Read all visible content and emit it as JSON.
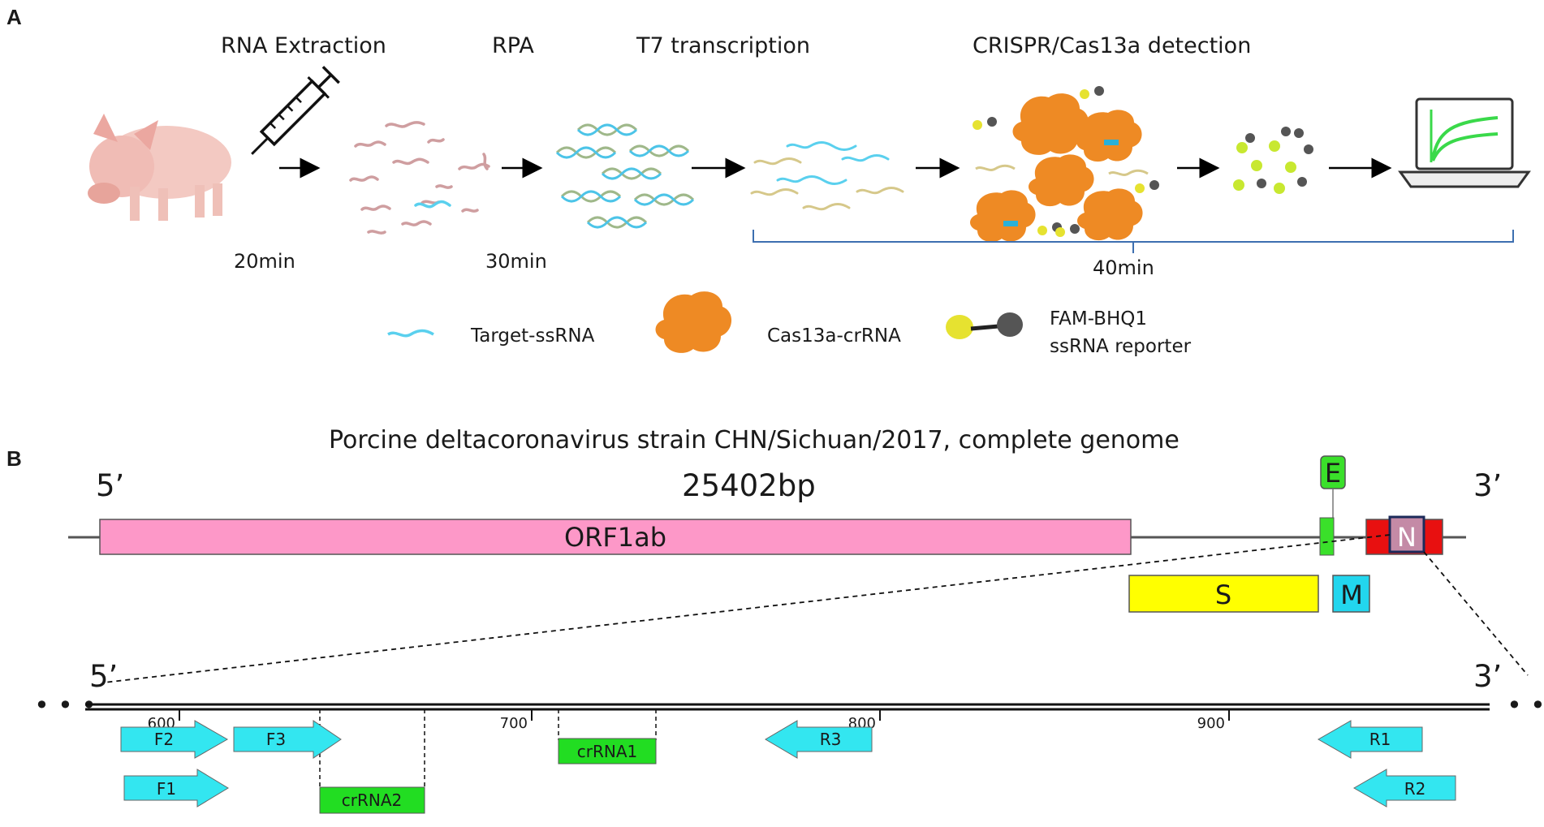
{
  "panel_a": {
    "letter": "A",
    "steps": [
      {
        "label": "RNA Extraction"
      },
      {
        "label": "RPA"
      },
      {
        "label": "T7 transcription"
      },
      {
        "label": "CRISPR/Cas13a detection"
      }
    ],
    "times": {
      "t1": "20min",
      "t2": "30min",
      "t3": "40min"
    },
    "legend": {
      "target": "Target-ssRNA",
      "cas": "Cas13a-crRNA",
      "reporter_line1": "FAM-BHQ1",
      "reporter_line2": "ssRNA reporter"
    },
    "colors": {
      "target_rna": "#5ad0ee",
      "cas13a": "#ee8a24",
      "fam": "#e6e230",
      "bhq1": "#555555",
      "sample_rna": "#cf9ea0",
      "screen_curve": "#3ad94a",
      "bracket": "#3d6fb0"
    }
  },
  "panel_b": {
    "letter": "B",
    "title": "Porcine deltacoronavirus strain CHN/Sichuan/2017, complete genome",
    "five_prime": "5’",
    "three_prime": "3’",
    "length": "25402bp",
    "genes": {
      "orf1ab": "ORF1ab",
      "e": "E",
      "n": "N",
      "s": "S",
      "m": "M"
    },
    "zoom": {
      "five_prime": "5’",
      "three_prime": "3’",
      "ellipsis": "• • •",
      "ticks": [
        "600",
        "700",
        "800",
        "900"
      ],
      "primers": {
        "f2": "F2",
        "f3": "F3",
        "f1": "F1",
        "r3": "R3",
        "r1": "R1",
        "r2": "R2"
      },
      "crrnas": {
        "crrna1": "crRNA1",
        "crrna2": "crRNA2"
      }
    },
    "colors": {
      "orf1ab": "#fd98c8",
      "e": "#3ae02a",
      "n": "#e81010",
      "s": "#ffff00",
      "m": "#22d6ee",
      "primer": "#33e6f0",
      "crrna": "#22dd22"
    }
  }
}
